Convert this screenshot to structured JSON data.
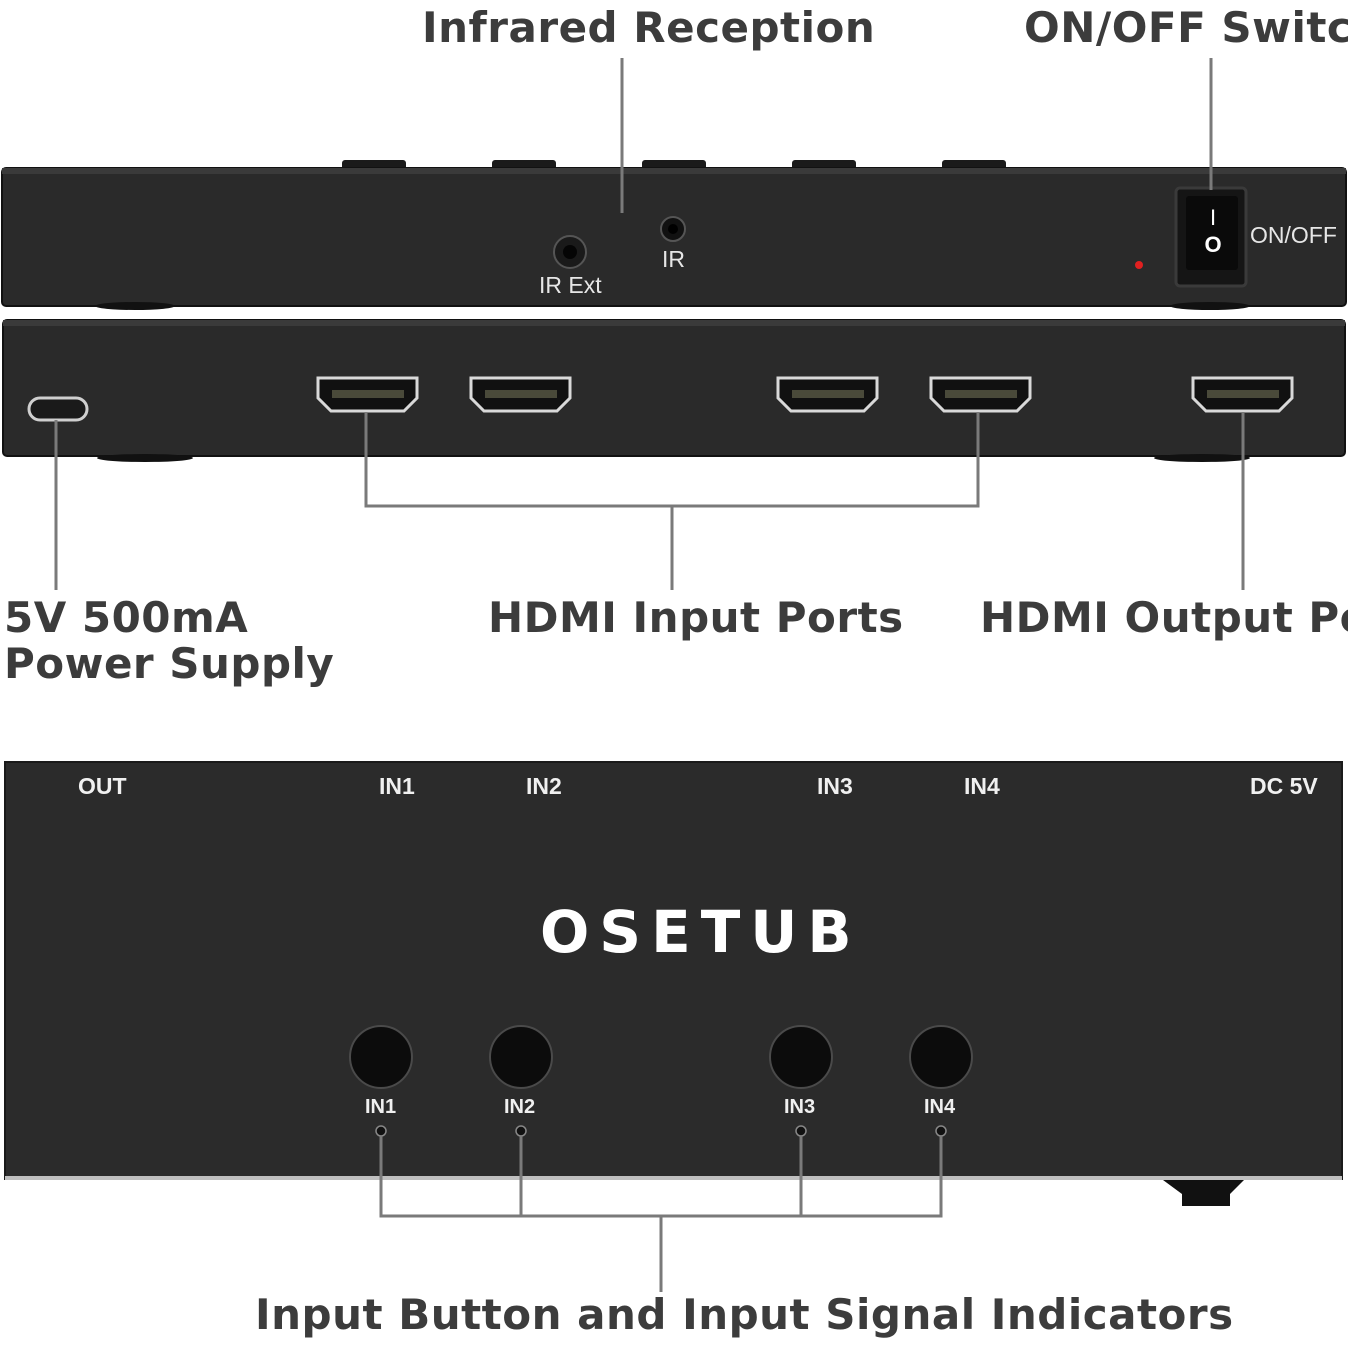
{
  "callouts": {
    "infrared": "Infrared Reception",
    "onoff": "ON/OFF Switch",
    "power_line1": "5V 500mA",
    "power_line2": "Power Supply",
    "hdmi_in": "HDMI Input Ports",
    "hdmi_out": "HDMI Output Port",
    "buttons": "Input Button and Input Signal Indicators"
  },
  "top_panel": {
    "ir_ext": "IR Ext",
    "ir": "IR",
    "switch_label": "ON/OFF",
    "switch_on_symbol": "I",
    "switch_off_symbol": "O"
  },
  "front_panel": {
    "out": "OUT",
    "in1": "IN1",
    "in2": "IN2",
    "in3": "IN3",
    "in4": "IN4",
    "dc": "DC 5V",
    "brand": "OSETUB",
    "btn1": "IN1",
    "btn2": "IN2",
    "btn3": "IN3",
    "btn4": "IN4"
  },
  "colors": {
    "panel": "#2b2b2b",
    "callout_text": "#3c3c3c",
    "leader_line": "#7a7a7a",
    "power_led": "#e02020"
  }
}
